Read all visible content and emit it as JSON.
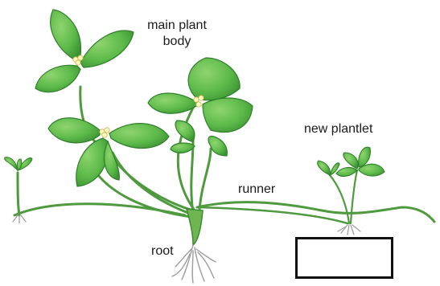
{
  "labels": {
    "main_plant_body_line1": "main plant",
    "main_plant_body_line2": "body",
    "new_plantlet": "new plantlet",
    "runner": "runner",
    "root": "root"
  },
  "colors": {
    "leaf_fill": "#5dba4a",
    "leaf_dark": "#2f7f2a",
    "stem": "#4f9a3e",
    "root": "#9c9c9c",
    "flower": "#fff8c0"
  }
}
